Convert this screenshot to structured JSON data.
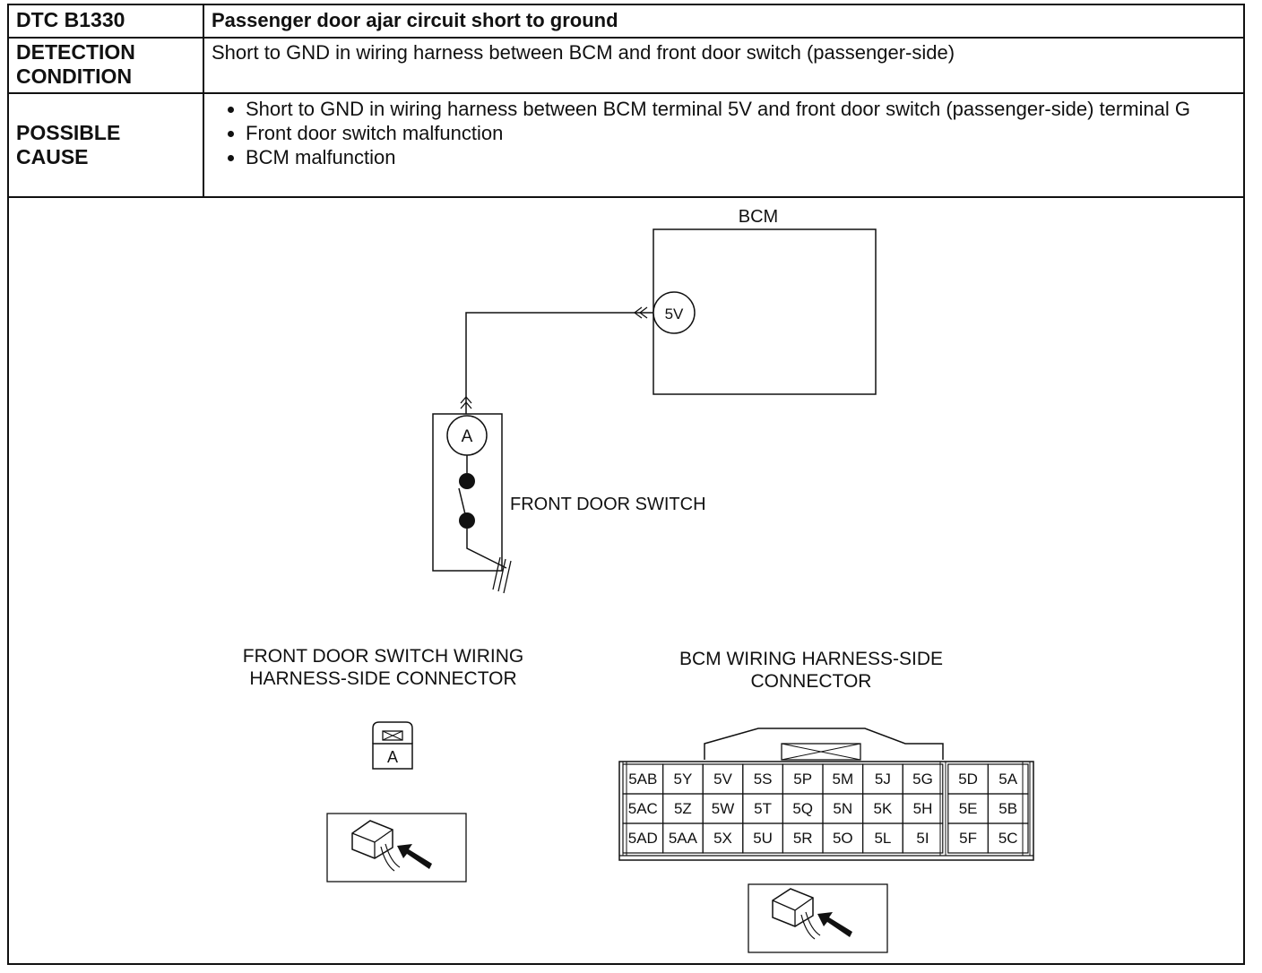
{
  "header": {
    "dtc_label": "DTC B1330",
    "dtc_title": "Passenger door ajar circuit short to ground"
  },
  "detection": {
    "label_line1": "DETECTION",
    "label_line2": "CONDITION",
    "text": "Short to GND in wiring harness between BCM and front door switch (passenger-side)"
  },
  "possible_cause": {
    "label_line1": "POSSIBLE",
    "label_line2": "CAUSE",
    "items": [
      "Short to GND in wiring harness between BCM terminal 5V and front door switch (passenger-side) terminal G",
      "Front door switch malfunction",
      "BCM malfunction"
    ]
  },
  "diagram": {
    "bcm_label": "BCM",
    "bcm_terminal": "5V",
    "switch_terminal": "A",
    "switch_label": "FRONT DOOR SWITCH"
  },
  "connectors": {
    "switch_connector_title_line1": "FRONT DOOR SWITCH WIRING",
    "switch_connector_title_line2": "HARNESS-SIDE CONNECTOR",
    "switch_connector_pin": "A",
    "bcm_connector_title_line1": "BCM WIRING HARNESS-SIDE",
    "bcm_connector_title_line2": "CONNECTOR",
    "bcm_pins": [
      [
        "5AB",
        "5Y",
        "5V",
        "5S",
        "5P",
        "5M",
        "5J",
        "5G",
        "5D",
        "5A"
      ],
      [
        "5AC",
        "5Z",
        "5W",
        "5T",
        "5Q",
        "5N",
        "5K",
        "5H",
        "5E",
        "5B"
      ],
      [
        "5AD",
        "5AA",
        "5X",
        "5U",
        "5R",
        "5O",
        "5L",
        "5I",
        "5F",
        "5C"
      ]
    ]
  }
}
